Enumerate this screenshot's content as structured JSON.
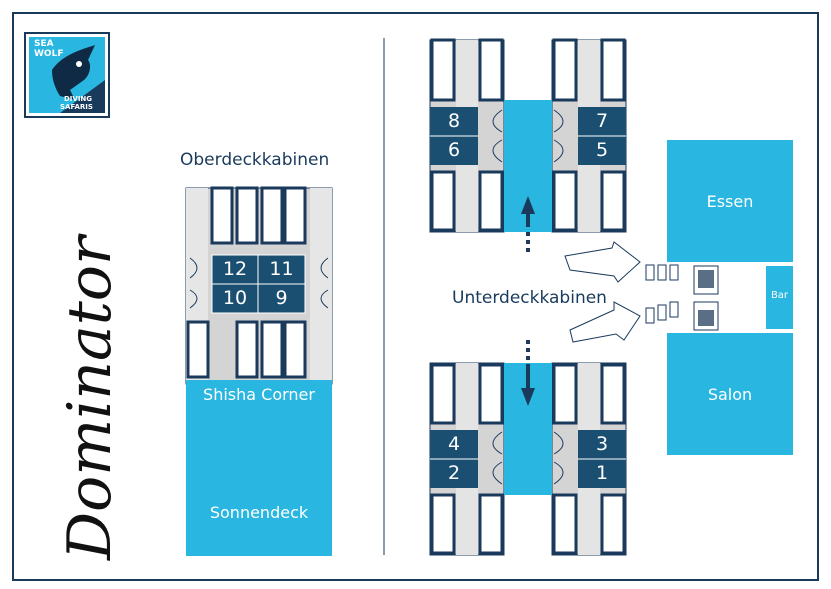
{
  "logo": {
    "line1": "SEA",
    "line2": "WOLF",
    "line3": "DIVING",
    "line4": "SAFARIS"
  },
  "boat_name": "Dominator",
  "upper_deck": {
    "title": "Oberdeckkabinen",
    "cabins": [
      "12",
      "11",
      "10",
      "9"
    ],
    "shisha": "Shisha Corner",
    "sundeck": "Sonnendeck"
  },
  "lower_deck": {
    "title": "Unterdeckkabinen",
    "top_left": [
      "8",
      "6"
    ],
    "top_right": [
      "7",
      "5"
    ],
    "bottom_left": [
      "4",
      "2"
    ],
    "bottom_right": [
      "3",
      "1"
    ],
    "essen": "Essen",
    "bar": "Bar",
    "salon": "Salon"
  },
  "colors": {
    "navy": "#1b4f72",
    "cyan": "#29b6e0",
    "grey": "#d4d4d4",
    "border": "#1a3a5c"
  }
}
